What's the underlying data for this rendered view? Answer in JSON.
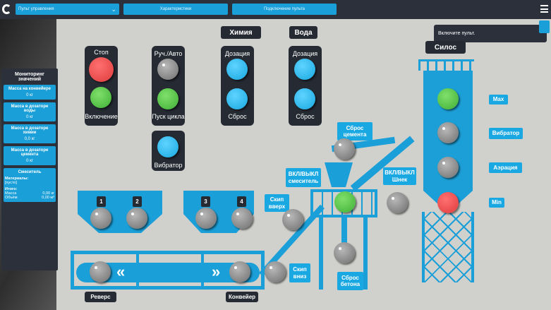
{
  "topbar": {
    "dropdown": "Пульт управления",
    "specs": "Характеристики",
    "connect": "Подключение пульта"
  },
  "toast": "Включите пульт.",
  "monitor": {
    "title": "Мониторинг значений",
    "cards": [
      {
        "label": "Масса на конвейере",
        "value": "0 кг"
      },
      {
        "label": "Масса в дозаторе воды",
        "value": "0 кг"
      },
      {
        "label": "Масса в дозаторе химии",
        "value": "0,0 кг"
      },
      {
        "label": "Масса в дозаторе цемента",
        "value": "0 кг"
      }
    ],
    "mixer": {
      "title": "Смеситель",
      "materials_label": "Материалы:",
      "materials": "[пусто]",
      "total_label": "Итого:",
      "mass_label": "Масса",
      "mass": "0,00 кг",
      "volume_label": "Объём",
      "volume": "0,00 м³"
    }
  },
  "panels": {
    "stop": "Стоп",
    "on": "Включение",
    "mode": "Руч./Авто",
    "cycle": "Пуск цикла",
    "vibrator": "Вибратор",
    "chem": {
      "title": "Химия",
      "dose": "Дозация",
      "reset": "Сброс"
    },
    "water": {
      "title": "Вода",
      "dose": "Дозация",
      "reset": "Сброс"
    }
  },
  "silo": {
    "title": "Силос",
    "max": "Max",
    "vibrator": "Вибратор",
    "aeration": "Аэрация",
    "min": "Min"
  },
  "plant": {
    "bins": [
      "1",
      "2",
      "3",
      "4"
    ],
    "reverse": "Реверс",
    "conveyor": "Конвейер",
    "skip_up": "Скип вверх",
    "skip_down": "Скип вниз",
    "cement_reset": "Сброс цемента",
    "mixer_toggle": "ВКЛ/ВЫКЛ смеситель",
    "auger_toggle": "ВКЛ/ВЫКЛ Шнек",
    "concrete_reset": "Сброс бетона"
  }
}
